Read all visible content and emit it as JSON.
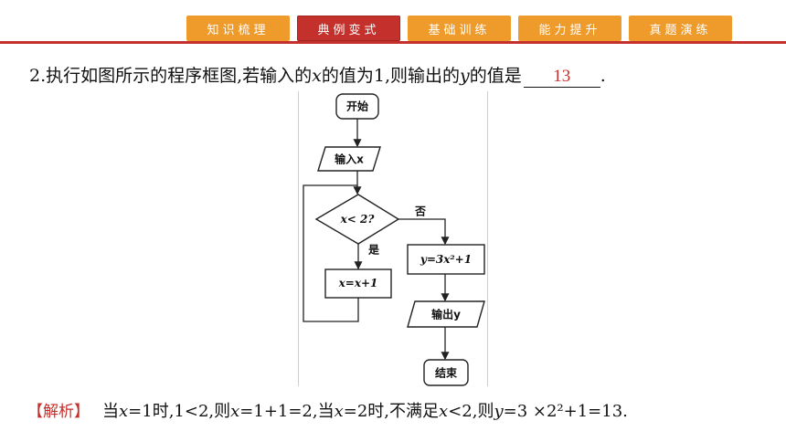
{
  "tabs": [
    {
      "label": "知识梳理",
      "active": false
    },
    {
      "label": "典例变式",
      "active": true
    },
    {
      "label": "基础训练",
      "active": false
    },
    {
      "label": "能力提升",
      "active": false
    },
    {
      "label": "真题演练",
      "active": false
    }
  ],
  "colors": {
    "accent_red": "#c4302b",
    "tab_orange": "#ee9b2c"
  },
  "question": {
    "prefix": "2.执行如图所示的程序框图,若输入的",
    "var_x": "x",
    "mid": "的值为1,则输出的",
    "var_y": "y",
    "suffix": "的值是",
    "answer": "13",
    "end": "."
  },
  "flowchart": {
    "start": "开始",
    "input": "输入x",
    "condition": "x< 2?",
    "no_label": "否",
    "yes_label": "是",
    "assign_y": "y=3x²+1",
    "assign_x": "x=x+1",
    "output": "输出y",
    "end": "结束"
  },
  "analysis": {
    "tag": "【解析】",
    "p1": "当",
    "x1": "x",
    "p2": "=1时,1<2,则",
    "x2": "x",
    "p3": "=1+1=2,当",
    "x3": "x",
    "p4": "=2时,不满足",
    "x4": "x",
    "p5": "<2,则",
    "y1": "y",
    "p6": "=3 ×2²+1=13."
  }
}
